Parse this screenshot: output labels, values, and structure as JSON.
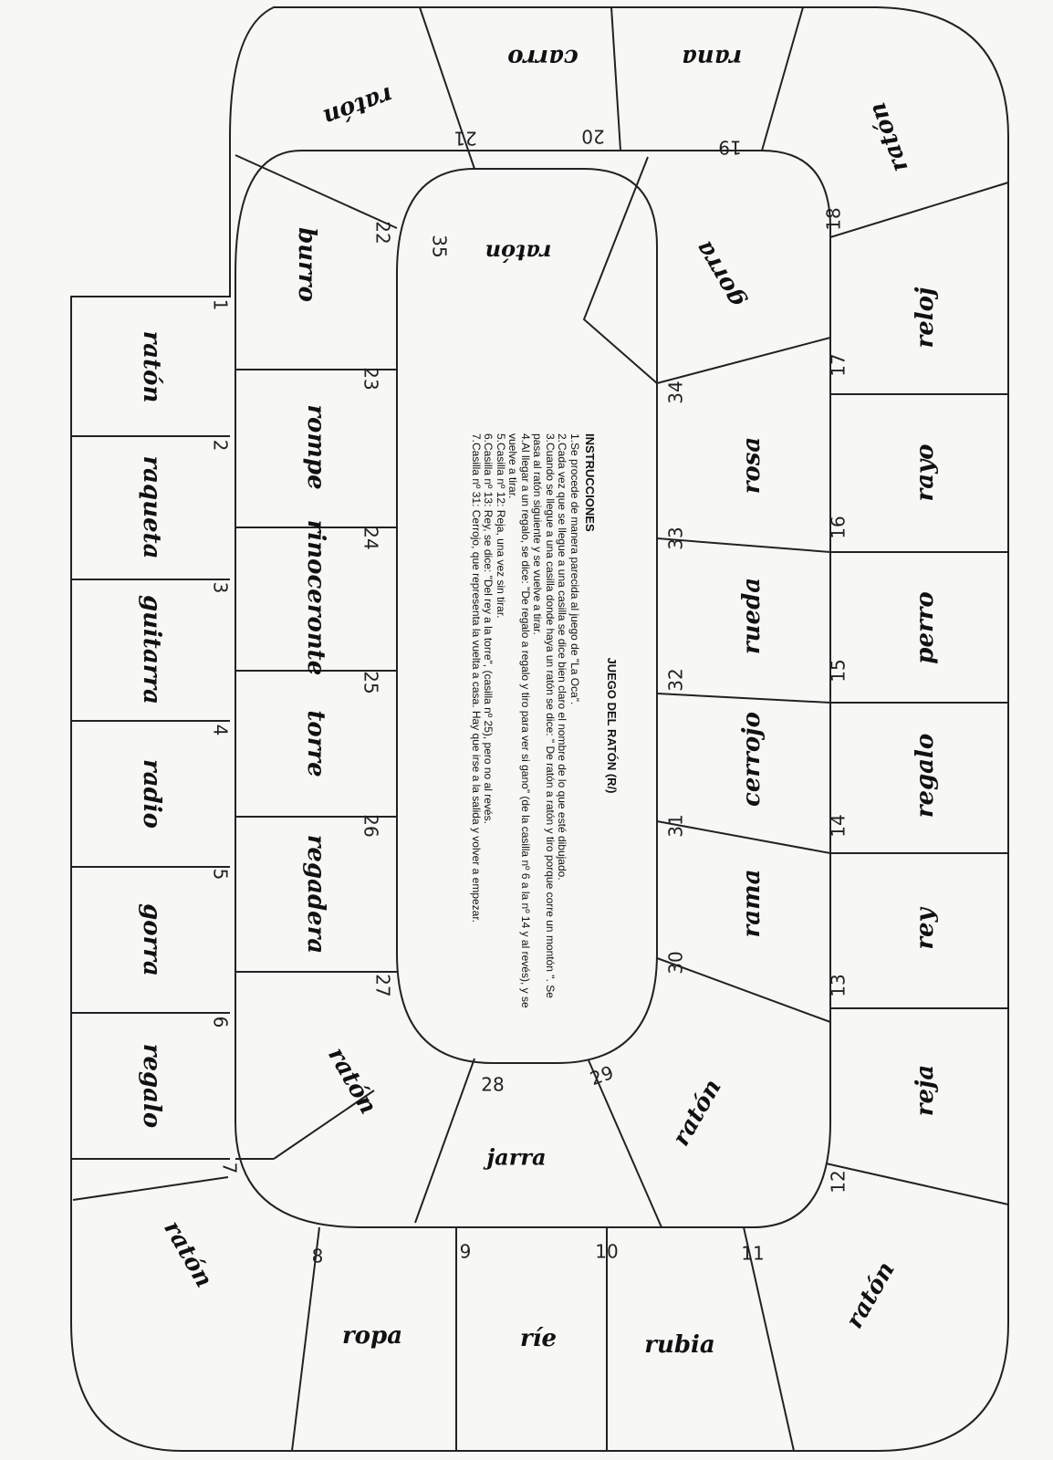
{
  "game": {
    "title": "JUEGO DEL RATÓN (R/)",
    "instructions_heading": "INSTRUCCIONES",
    "rules": [
      "1.Se procede de manera parecida al juego de \"La Oca\".",
      "2.Cada vez que se llegue a una casilla se dice bien claro el nombre de lo que esté dibujado.",
      "3.Cuando se llegue a una casilla donde haya un ratón se dice: \" De ratón a ratón y tiro porque corre un montón \". Se pasa al ratón siguiente y se vuelve a tirar.",
      "4.Al llegar a un regalo, se dice: \"De regalo a regalo y tiro para ver si gano\" (de la casilla nº 6 a la nº 14 y al revés), y se vuelve a tirar.",
      "5.Casilla nº 12: Reja, una vez sin tirar.",
      "6.Casilla nº 13: Rey, se dice: \"Del rey a la torre\", (casilla nº 25), pero no al revés.",
      "7.Casilla nº 31: Cerrojo, que representa la vuelta a casa. Hay que irse a la salida y volver a empezar."
    ]
  },
  "squares": [
    {
      "n": "1",
      "word": "ratón"
    },
    {
      "n": "2",
      "word": "raqueta"
    },
    {
      "n": "3",
      "word": "guitarra"
    },
    {
      "n": "4",
      "word": "radio"
    },
    {
      "n": "5",
      "word": "gorra"
    },
    {
      "n": "6",
      "word": "regalo"
    },
    {
      "n": "7",
      "word": "ratón"
    },
    {
      "n": "8",
      "word": "ropa"
    },
    {
      "n": "9",
      "word": "ríe"
    },
    {
      "n": "10",
      "word": "rubia"
    },
    {
      "n": "11",
      "word": "ratón"
    },
    {
      "n": "12",
      "word": "reja"
    },
    {
      "n": "13",
      "word": "rey"
    },
    {
      "n": "14",
      "word": "regalo"
    },
    {
      "n": "15",
      "word": "perro"
    },
    {
      "n": "16",
      "word": "rayo"
    },
    {
      "n": "17",
      "word": "reloj"
    },
    {
      "n": "18",
      "word": "ratón"
    },
    {
      "n": "19",
      "word": "rana"
    },
    {
      "n": "20",
      "word": "carro"
    },
    {
      "n": "21",
      "word": "ratón"
    },
    {
      "n": "22",
      "word": "burro"
    },
    {
      "n": "23",
      "word": "rompe"
    },
    {
      "n": "24",
      "word": "rinoceronte"
    },
    {
      "n": "25",
      "word": "torre"
    },
    {
      "n": "26",
      "word": "regadera"
    },
    {
      "n": "27",
      "word": "ratón"
    },
    {
      "n": "28",
      "word": "jarra"
    },
    {
      "n": "29",
      "word": "ratón"
    },
    {
      "n": "30",
      "word": "rama"
    },
    {
      "n": "31",
      "word": "cerrojo"
    },
    {
      "n": "32",
      "word": "rueda"
    },
    {
      "n": "33",
      "word": "rosa"
    },
    {
      "n": "34",
      "word": "gorra"
    },
    {
      "n": "35",
      "word": "ratón"
    }
  ]
}
